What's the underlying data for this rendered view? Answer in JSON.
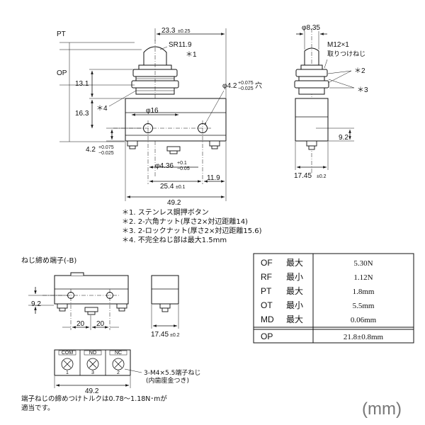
{
  "front_view": {
    "labels": {
      "pt": "PT",
      "op": "OP",
      "dim_23_3": "23.3",
      "tol_23_3": "±0.25",
      "sr": "SR11.9",
      "star1": "＊1",
      "dim_13_1": "13.1",
      "dim_16_3": "16.3",
      "star4": "＊4",
      "phi16": "φ16",
      "hole": "φ4.2",
      "hole_tol_plus": "+0.075",
      "hole_tol_minus": "−0.025",
      "hole_suffix": "穴",
      "dim_4_2": "4.2",
      "tol_4_2_plus": "+0.075",
      "tol_4_2_minus": "−0.025",
      "phi4_36": "φ4.36",
      "tol_4_36_plus": "+0.1",
      "tol_4_36_minus": "−0.05",
      "dim_25_4": "25.4",
      "tol_25_4": "±0.1",
      "dim_11_9": "11.9",
      "dim_49_2": "49.2"
    }
  },
  "side_view": {
    "labels": {
      "phi8_35": "φ8.35",
      "thread": "M12×1",
      "thread_note": "取りつけねじ",
      "star2": "＊2",
      "star3": "＊3",
      "dim_9_2": "9.2",
      "dim_17_45": "17.45",
      "tol_17_45": "±0.2"
    }
  },
  "notes": [
    "＊1. ステンレス鋼押ボタン",
    "＊2. 2-六角ナット(厚さ2×対辺距離14)",
    "＊3. 2-ロックナット(厚さ2×対辺距離15.6)",
    "＊4. 不完全ねじ部は最大1.5mm"
  ],
  "screw_terminal": {
    "title": "ねじ締め端子(-B)",
    "dim_9_2": "9.2",
    "dim_20_a": "20",
    "dim_20_b": "20",
    "dim_17_45": "17.45",
    "tol_17_45": "±0.2",
    "terminals": [
      {
        "name": "COM",
        "number": "1"
      },
      {
        "name": "NO",
        "number": "3"
      },
      {
        "name": "NC",
        "number": "2"
      }
    ],
    "dim_49_2": "49.2",
    "screw_note": "3-M4×5.5端子ねじ",
    "screw_note_sub": "(内歯座金つき)",
    "torque_note_1": "端子ねじの締めつけトルクは0.78〜1.18N･mが",
    "torque_note_2": "適当です。"
  },
  "spec_table": {
    "rows": [
      {
        "label": "OF",
        "qual": "最大",
        "value": "5.30N"
      },
      {
        "label": "RF",
        "qual": "最小",
        "value": "1.12N"
      },
      {
        "label": "PT",
        "qual": "最大",
        "value": "1.8mm"
      },
      {
        "label": "OT",
        "qual": "最小",
        "value": "5.5mm"
      },
      {
        "label": "MD",
        "qual": "最大",
        "value": "0.06mm"
      }
    ],
    "op_row": {
      "label": "OP",
      "value": "21.8±0.8mm"
    }
  },
  "unit": "(mm)"
}
